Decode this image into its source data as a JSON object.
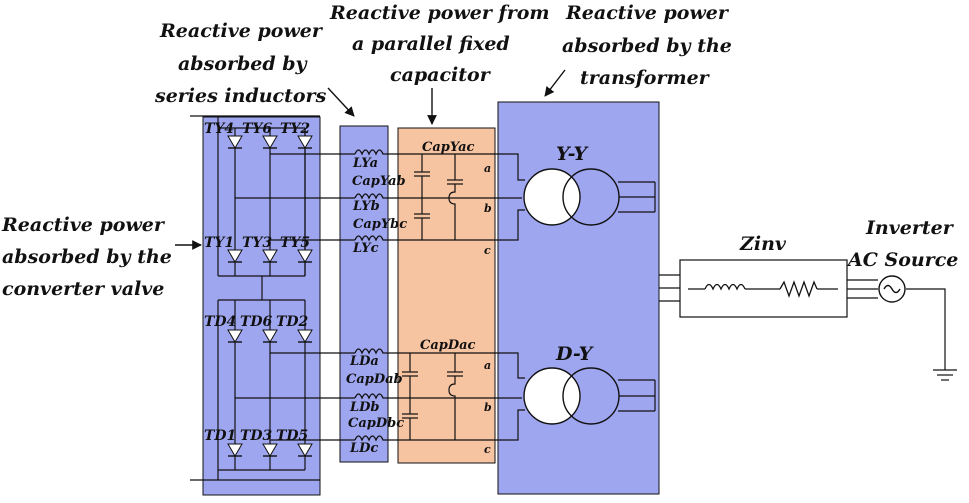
{
  "colors": {
    "valve_fill": "#9fa6f0",
    "inductor_fill": "#9fa6f0",
    "capacitor_fill": "#f7c4a2",
    "transformer_fill": "#9fa6f0",
    "wire": "#111111"
  },
  "labels": {
    "converter_valve": [
      "Reactive power",
      "absorbed by the",
      "converter valve"
    ],
    "series_inductors": [
      "Reactive power",
      "absorbed by",
      "series inductors"
    ],
    "fixed_capacitor": [
      "Reactive power from",
      "a parallel fixed",
      "capacitor"
    ],
    "transformer": [
      "Reactive power",
      "absorbed by the",
      "transformer"
    ],
    "zinv": "Zinv",
    "inverter_source": [
      "Inverter",
      "AC Source"
    ]
  },
  "thyristors_upper": {
    "top": [
      "TY4",
      "TY6",
      "TY2"
    ],
    "bottom": [
      "TY1",
      "TY3",
      "TY5"
    ]
  },
  "thyristors_lower": {
    "top": [
      "TD4",
      "TD6",
      "TD2"
    ],
    "bottom": [
      "TD1",
      "TD3",
      "TD5"
    ]
  },
  "inductors_upper": [
    "LYa",
    "LYb",
    "LYc"
  ],
  "inductors_lower": [
    "LDa",
    "LDb",
    "LDc"
  ],
  "capacitors_upper": [
    "CapYac",
    "CapYab",
    "CapYbc"
  ],
  "capacitors_lower": [
    "CapDac",
    "CapDab",
    "CapDbc"
  ],
  "phases": [
    "a",
    "b",
    "c"
  ],
  "transformers": [
    "Y-Y",
    "D-Y"
  ]
}
